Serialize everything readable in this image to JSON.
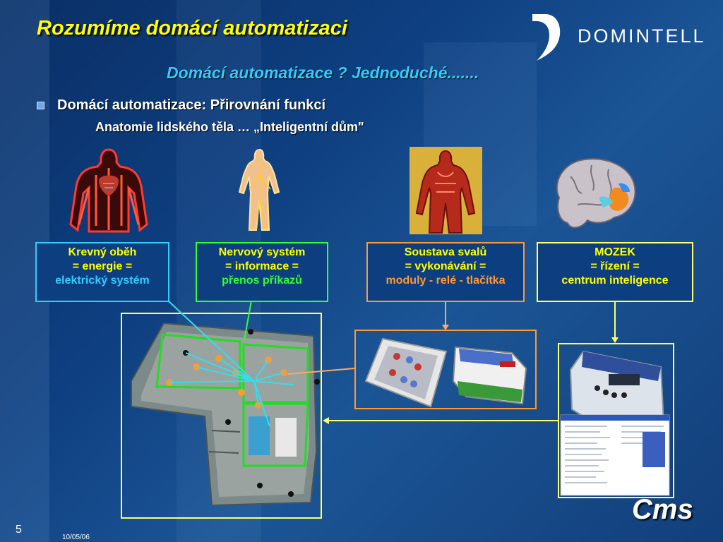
{
  "header": {
    "title": "Rozumíme domácí automatizaci",
    "subtitle": "Domácí automatizace ?  Jednoduché.......",
    "logo_text": "DOMINTELL"
  },
  "bullets": {
    "main": "Domácí automatizace: Přirovnání funkcí",
    "sub": "Anatomie lidského těla …  „Inteligentní dům\""
  },
  "boxes": [
    {
      "line1": "Krevný oběh",
      "line2": "= energie =",
      "line3": "elektrický systém"
    },
    {
      "line1": "Nervový systém",
      "line2": "= informace =",
      "line3": "přenos příkazů"
    },
    {
      "line1": "Soustava svalů",
      "line2": "= vykonávání =",
      "line3": "moduly - relé - tlačítka"
    },
    {
      "line1": "MOZEK",
      "line2": "= řízení =",
      "line3": "centrum inteligence"
    }
  ],
  "footer": {
    "page_number": "5",
    "date": "10/05/06",
    "brand": "Cms"
  },
  "colors": {
    "title": "#ffff00",
    "subtitle": "#33ccff",
    "blood": "#33ccff",
    "nerve": "#33ff33",
    "muscle": "#ff9933",
    "brain": "#ffff66"
  }
}
